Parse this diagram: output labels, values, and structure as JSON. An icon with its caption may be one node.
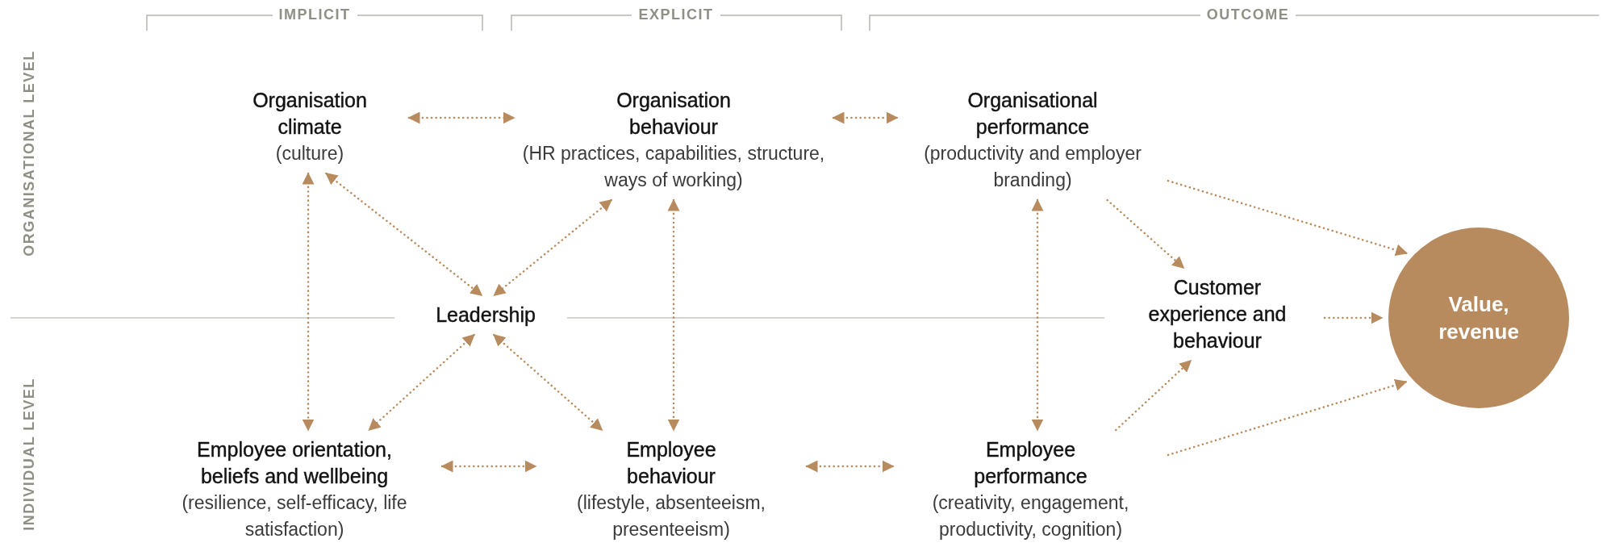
{
  "diagram": {
    "nodes": [
      {
        "text": [
          "Organisation climate",
          "(culture)"
        ]
      },
      {
        "text": [
          "Organisation behaviour",
          "(HR practices, capabilities, structure, ways of working)"
        ]
      },
      {
        "text": [
          "Organisational performance",
          "(productivity and employer branding)"
        ]
      },
      {
        "text": [
          "Leadership"
        ]
      },
      {
        "text": [
          "Customer experience and behaviour"
        ]
      },
      {
        "text": [
          "Value, revenue"
        ]
      },
      {
        "text": [
          "Employee orientation, beliefs and wellbeing",
          "(resilience, self-efficacy, life satisfaction)"
        ]
      },
      {
        "text": [
          "Employee behaviour",
          "(lifestyle, absenteeism, presenteeism)"
        ]
      },
      {
        "text": [
          "Employee performance",
          "(creativity, engagement, productivity, cognition)"
        ]
      }
    ],
    "edges": [
      {
        "from": 0,
        "to": 1,
        "arrow": "both"
      },
      {
        "from": 1,
        "to": 2,
        "arrow": "both"
      },
      {
        "from": 0,
        "to": 3,
        "arrow": "both"
      },
      {
        "from": 1,
        "to": 3,
        "arrow": "both"
      },
      {
        "from": 0,
        "to": 6,
        "arrow": "both"
      },
      {
        "from": 1,
        "to": 7,
        "arrow": "both"
      },
      {
        "from": 2,
        "to": 8,
        "arrow": "both"
      },
      {
        "from": 2,
        "to": 4,
        "arrow": "to"
      },
      {
        "from": 2,
        "to": 5,
        "arrow": "to"
      },
      {
        "from": 4,
        "to": 5,
        "arrow": "to"
      },
      {
        "from": 3,
        "to": 6,
        "arrow": "both"
      },
      {
        "from": 3,
        "to": 7,
        "arrow": "both"
      },
      {
        "from": 8,
        "to": 4,
        "arrow": "to"
      },
      {
        "from": 8,
        "to": 5,
        "arrow": "to"
      },
      {
        "from": 6,
        "to": 7,
        "arrow": "both"
      },
      {
        "from": 7,
        "to": 8,
        "arrow": "both"
      }
    ],
    "labels": [
      "IMPLICIT",
      "EXPLICIT",
      "OUTCOME",
      "ORGANISATIONAL LEVEL",
      "INDIVIDUAL LEVEL"
    ]
  }
}
